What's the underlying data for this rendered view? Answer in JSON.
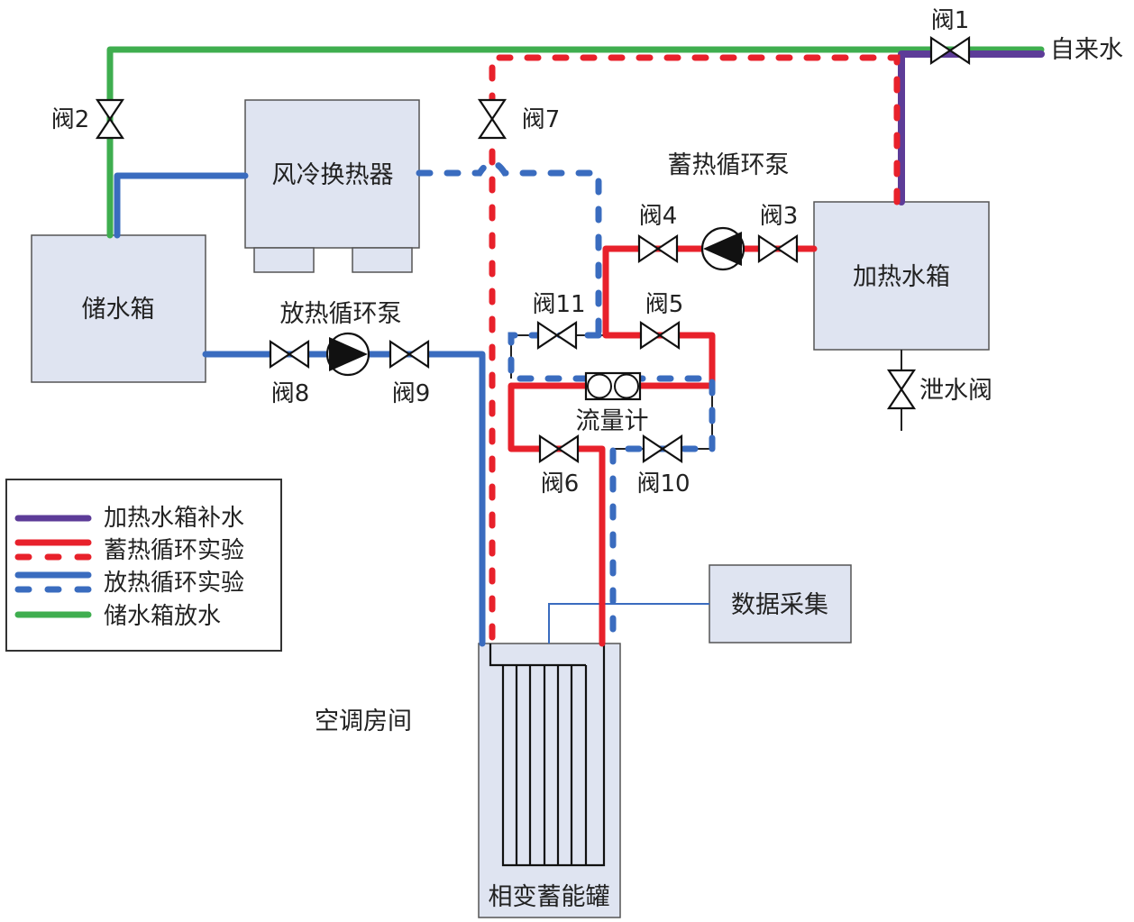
{
  "diagram": {
    "title": "",
    "components": {
      "storage_tank": "储水箱",
      "air_cooled_exchanger": "风冷换热器",
      "heating_tank": "加热水箱",
      "data_acquisition": "数据采集",
      "pcm_tank": "相变蓄能罐",
      "flow_meter": "流量计",
      "room": "空调房间",
      "tap_water": "自来水",
      "drain_valve": "泄水阀",
      "charge_pump": "蓄热循环泵",
      "discharge_pump": "放热循环泵"
    },
    "valves": {
      "v1": "阀1",
      "v2": "阀2",
      "v3": "阀3",
      "v4": "阀4",
      "v5": "阀5",
      "v6": "阀6",
      "v7": "阀7",
      "v8": "阀8",
      "v9": "阀9",
      "v10": "阀10",
      "v11": "阀11"
    },
    "legend": [
      {
        "label": "加热水箱补水",
        "color": "#5d3c98",
        "style": "solid"
      },
      {
        "label": "蓄热循环实验",
        "color": "#e8212b",
        "style": "solid+dashed"
      },
      {
        "label": "放热循环实验",
        "color": "#3a6cbf",
        "style": "solid+dashed"
      },
      {
        "label": "储水箱放水",
        "color": "#3fae4f",
        "style": "solid"
      }
    ],
    "colors": {
      "makeup": "#5d3c98",
      "charge": "#e8212b",
      "discharge": "#3a6cbf",
      "drain": "#3fae4f",
      "box_fill": "#dfe4f1"
    }
  }
}
